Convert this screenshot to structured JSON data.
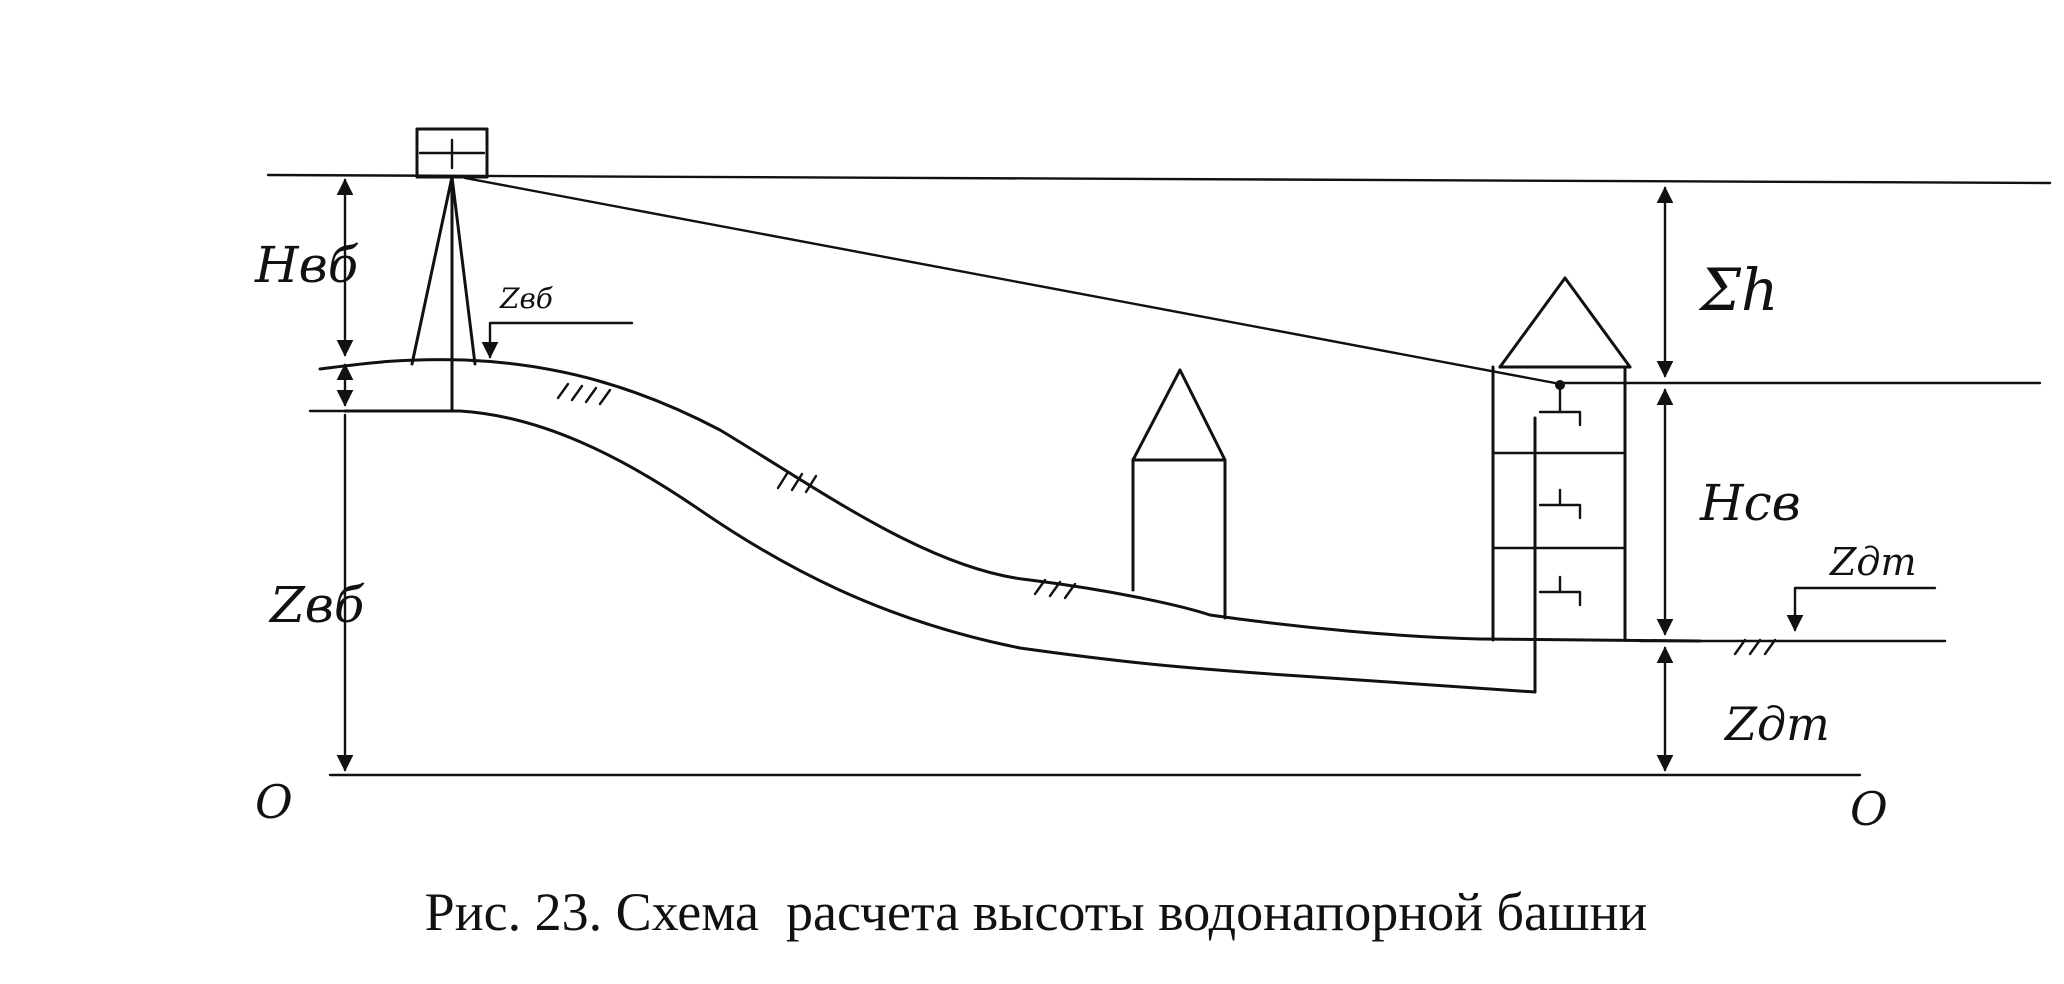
{
  "labels": {
    "h_tower": "Hвб",
    "z_tower_marker": "Zвб",
    "z_tower": "Zвб",
    "sum_h": "Σh",
    "h_free": "Hсв",
    "z_point_marker": "Zдт",
    "z_point": "Zдт",
    "datum_left": "О",
    "datum_right": "О"
  },
  "caption": "Рис. 23. Схема  расчета высоты водонапорной башни"
}
